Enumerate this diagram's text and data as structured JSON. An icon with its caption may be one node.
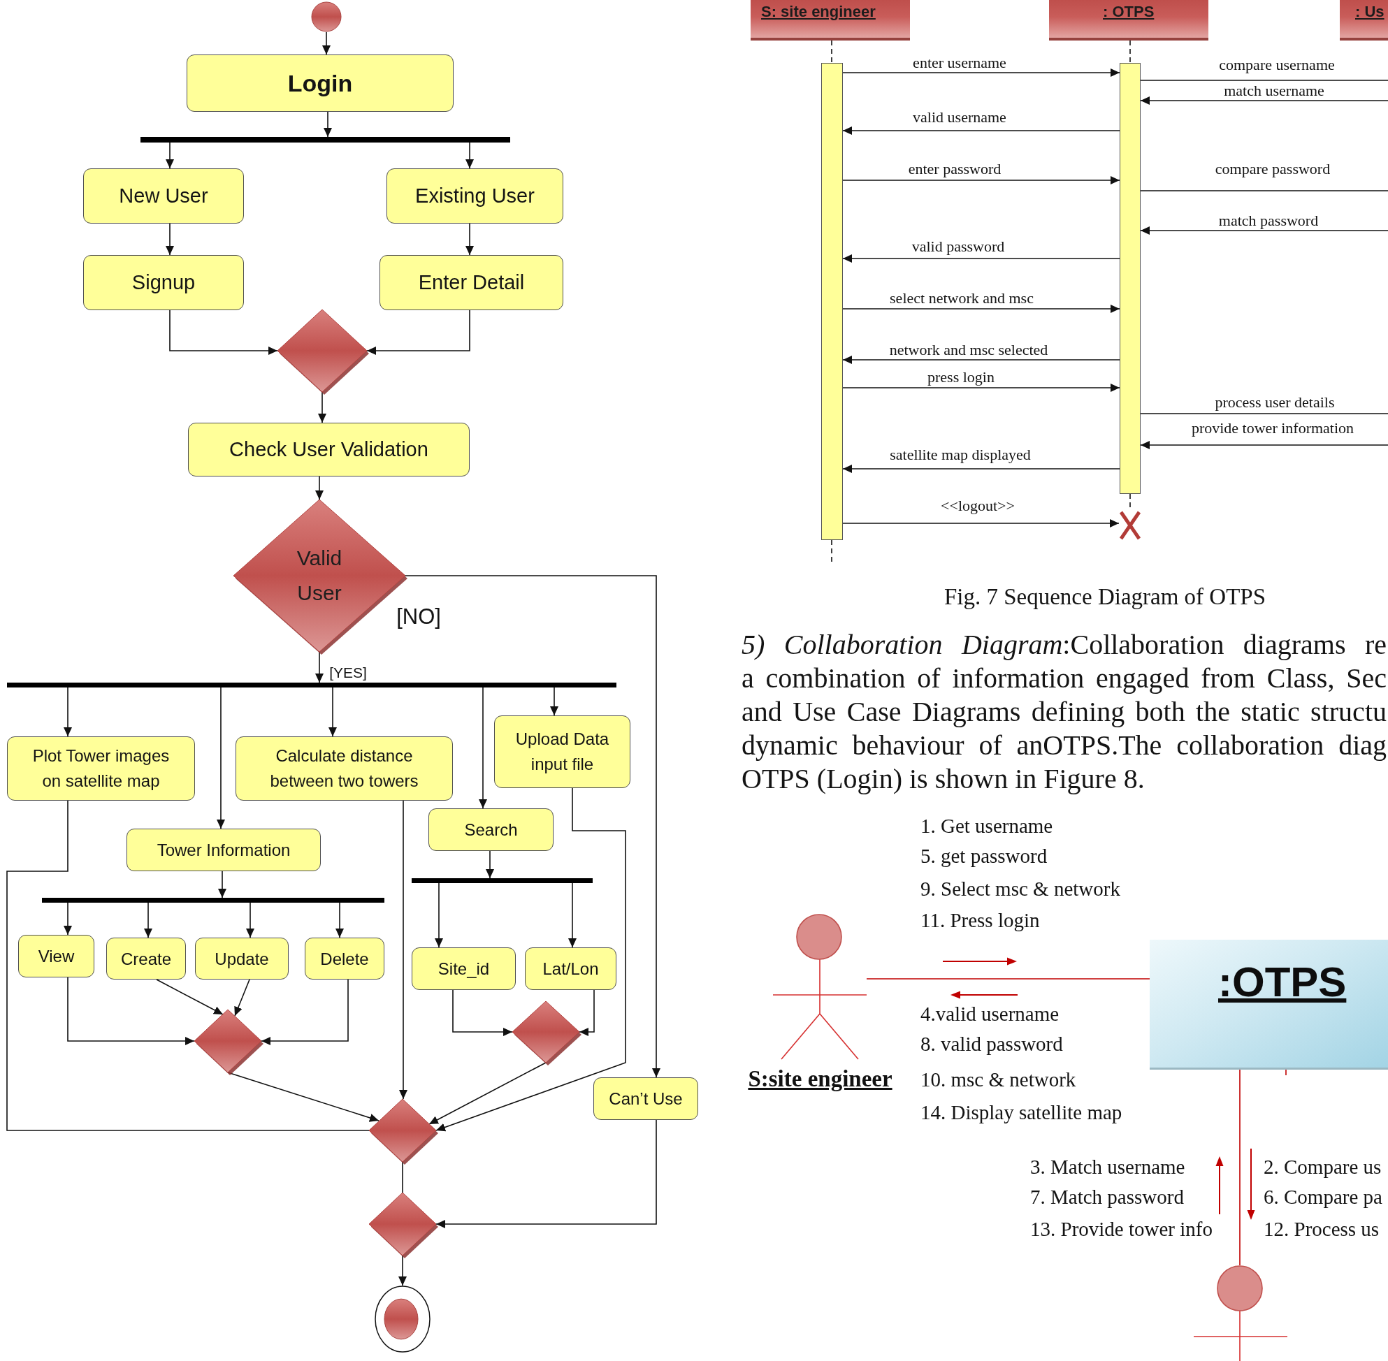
{
  "diagram": {
    "caption": "Fig. 7 Sequence Diagram of OTPS",
    "nodes": [
      {
        "text": [],
        "shape": "circle"
      },
      {
        "text": [
          "Login"
        ]
      },
      {
        "text": [],
        "shape": "bar"
      },
      {
        "text": [
          "New User"
        ]
      },
      {
        "text": [
          "Existing User"
        ]
      },
      {
        "text": [
          "Signup"
        ]
      },
      {
        "text": [
          "Enter Detail"
        ]
      },
      {
        "text": [],
        "shape": "diamond"
      },
      {
        "text": [
          "Check User Validation"
        ]
      },
      {
        "text": [
          "Valid User"
        ]
      },
      {
        "text": [],
        "shape": "bar"
      },
      {
        "text": [
          "Plot Tower images on satellite map"
        ]
      },
      {
        "text": [
          "Calculate distance between two towers"
        ]
      },
      {
        "text": [
          "Upload Data input file"
        ]
      },
      {
        "text": [
          "Tower Information"
        ]
      },
      {
        "text": [
          "Search"
        ]
      },
      {
        "text": [],
        "shape": "bar"
      },
      {
        "text": [],
        "shape": "bar"
      },
      {
        "text": [
          "View"
        ]
      },
      {
        "text": [
          "Create"
        ]
      },
      {
        "text": [
          "Update"
        ]
      },
      {
        "text": [
          "Delete"
        ]
      },
      {
        "text": [
          "Site_id"
        ]
      },
      {
        "text": [
          "Lat/Lon"
        ]
      },
      {
        "text": [],
        "shape": "diamond"
      },
      {
        "text": [],
        "shape": "diamond"
      },
      {
        "text": [
          "Can’t Use"
        ]
      },
      {
        "text": [],
        "shape": "diamond"
      },
      {
        "text": [],
        "shape": "diamond"
      },
      {
        "text": [],
        "shape": "circle"
      },
      {
        "text": [
          "S: site engineer"
        ]
      },
      {
        "text": [
          ": OTPS"
        ]
      },
      {
        "text": [
          ": Us"
        ]
      },
      {
        "text": [],
        "shape": "bar"
      },
      {
        "text": [],
        "shape": "bar"
      },
      {
        "text": [],
        "shape": "cross"
      },
      {
        "text": [
          "S:site engineer"
        ]
      },
      {
        "text": [
          ":OTPS"
        ]
      },
      {
        "text": [],
        "shape": "person"
      }
    ],
    "edges": [
      {
        "from": 0,
        "to": 1,
        "arrow": "to"
      },
      {
        "from": 1,
        "to": 2,
        "arrow": "to"
      },
      {
        "from": 2,
        "to": 3,
        "arrow": "to"
      },
      {
        "from": 2,
        "to": 4,
        "arrow": "to"
      },
      {
        "from": 3,
        "to": 5,
        "arrow": "to"
      },
      {
        "from": 4,
        "to": 6,
        "arrow": "to"
      },
      {
        "from": 5,
        "to": 7,
        "arrow": "to"
      },
      {
        "from": 6,
        "to": 7,
        "arrow": "to"
      },
      {
        "from": 7,
        "to": 8,
        "arrow": "to"
      },
      {
        "from": 8,
        "to": 9,
        "arrow": "to"
      },
      {
        "from": 9,
        "to": 10,
        "arrow": "to",
        "label": "[YES]"
      },
      {
        "from": 9,
        "to": 26,
        "arrow": "to",
        "label": "[NO]"
      },
      {
        "from": 10,
        "to": 11,
        "arrow": "to"
      },
      {
        "from": 10,
        "to": 14,
        "arrow": "to"
      },
      {
        "from": 10,
        "to": 12,
        "arrow": "to"
      },
      {
        "from": 10,
        "to": 15,
        "arrow": "to"
      },
      {
        "from": 10,
        "to": 13,
        "arrow": "to"
      },
      {
        "from": 11,
        "to": 27,
        "arrow": "none"
      },
      {
        "from": 12,
        "to": 27,
        "arrow": "to"
      },
      {
        "from": 13,
        "to": 27,
        "arrow": "to"
      },
      {
        "from": 14,
        "to": 16,
        "arrow": "to"
      },
      {
        "from": 15,
        "to": 17,
        "arrow": "to"
      },
      {
        "from": 16,
        "to": 18,
        "arrow": "to"
      },
      {
        "from": 16,
        "to": 19,
        "arrow": "to"
      },
      {
        "from": 16,
        "to": 20,
        "arrow": "to"
      },
      {
        "from": 16,
        "to": 21,
        "arrow": "to"
      },
      {
        "from": 17,
        "to": 22,
        "arrow": "to"
      },
      {
        "from": 17,
        "to": 23,
        "arrow": "to"
      },
      {
        "from": 18,
        "to": 24,
        "arrow": "to"
      },
      {
        "from": 19,
        "to": 24,
        "arrow": "to"
      },
      {
        "from": 20,
        "to": 24,
        "arrow": "to"
      },
      {
        "from": 21,
        "to": 24,
        "arrow": "to"
      },
      {
        "from": 22,
        "to": 25,
        "arrow": "to"
      },
      {
        "from": 23,
        "to": 25,
        "arrow": "to"
      },
      {
        "from": 24,
        "to": 27,
        "arrow": "to"
      },
      {
        "from": 25,
        "to": 27,
        "arrow": "to"
      },
      {
        "from": 27,
        "to": 28,
        "arrow": "none"
      },
      {
        "from": 26,
        "to": 28,
        "arrow": "to"
      },
      {
        "from": 28,
        "to": 29,
        "arrow": "to"
      },
      {
        "from": 30,
        "to": 33,
        "arrow": "none",
        "style": "dashed"
      },
      {
        "from": 31,
        "to": 34,
        "arrow": "none",
        "style": "dashed"
      },
      {
        "from": 33,
        "to": null,
        "arrow": "none",
        "style": "dashed"
      },
      {
        "from": 34,
        "to": 35,
        "arrow": "none",
        "style": "dashed"
      },
      {
        "from": 33,
        "to": 34,
        "arrow": "to",
        "label": "enter username"
      },
      {
        "from": 34,
        "to": null,
        "arrow": "none",
        "label": "compare username"
      },
      {
        "from": null,
        "to": 34,
        "arrow": "to",
        "label": "match username"
      },
      {
        "from": 34,
        "to": 33,
        "arrow": "to",
        "label": "valid username"
      },
      {
        "from": 33,
        "to": 34,
        "arrow": "to",
        "label": "enter password"
      },
      {
        "from": 34,
        "to": null,
        "arrow": "none",
        "label": "compare password"
      },
      {
        "from": null,
        "to": 34,
        "arrow": "to",
        "label": "match password"
      },
      {
        "from": 34,
        "to": 33,
        "arrow": "to",
        "label": "valid password"
      },
      {
        "from": 33,
        "to": 34,
        "arrow": "to",
        "label": "select network and msc"
      },
      {
        "from": 34,
        "to": 33,
        "arrow": "to",
        "label": "network and msc selected"
      },
      {
        "from": 33,
        "to": 34,
        "arrow": "to",
        "label": "press login"
      },
      {
        "from": 34,
        "to": null,
        "arrow": "none",
        "label": "process user details"
      },
      {
        "from": null,
        "to": 34,
        "arrow": "to",
        "label": "provide tower information"
      },
      {
        "from": 34,
        "to": 33,
        "arrow": "to",
        "label": "satellite map displayed"
      },
      {
        "from": 33,
        "to": 35,
        "arrow": "to",
        "label": "<<logout>>"
      },
      {
        "from": 36,
        "to": 37,
        "arrow": "none",
        "color": "#c00000"
      },
      {
        "from": 37,
        "to": 38,
        "arrow": "none",
        "color": "#c00000"
      }
    ],
    "labels": [
      "*5) Collaboration Diagram*:Collaboration diagrams re a combination of information engaged from Class, Sec and Use Case Diagrams defining both the static structu dynamic behaviour of anOTPS.The collaboration diag OTPS (Login) is shown in Figure 8.",
      "1. Get username",
      "5. get password",
      "9. Select msc & network",
      "11. Press login",
      "4.valid username",
      "8. valid password",
      "10. msc & network",
      "14. Display satellite map",
      "3. Match username",
      "7. Match password",
      "13. Provide tower info",
      "2. Compare us",
      "6. Compare pa",
      "12. Process us"
    ]
  }
}
